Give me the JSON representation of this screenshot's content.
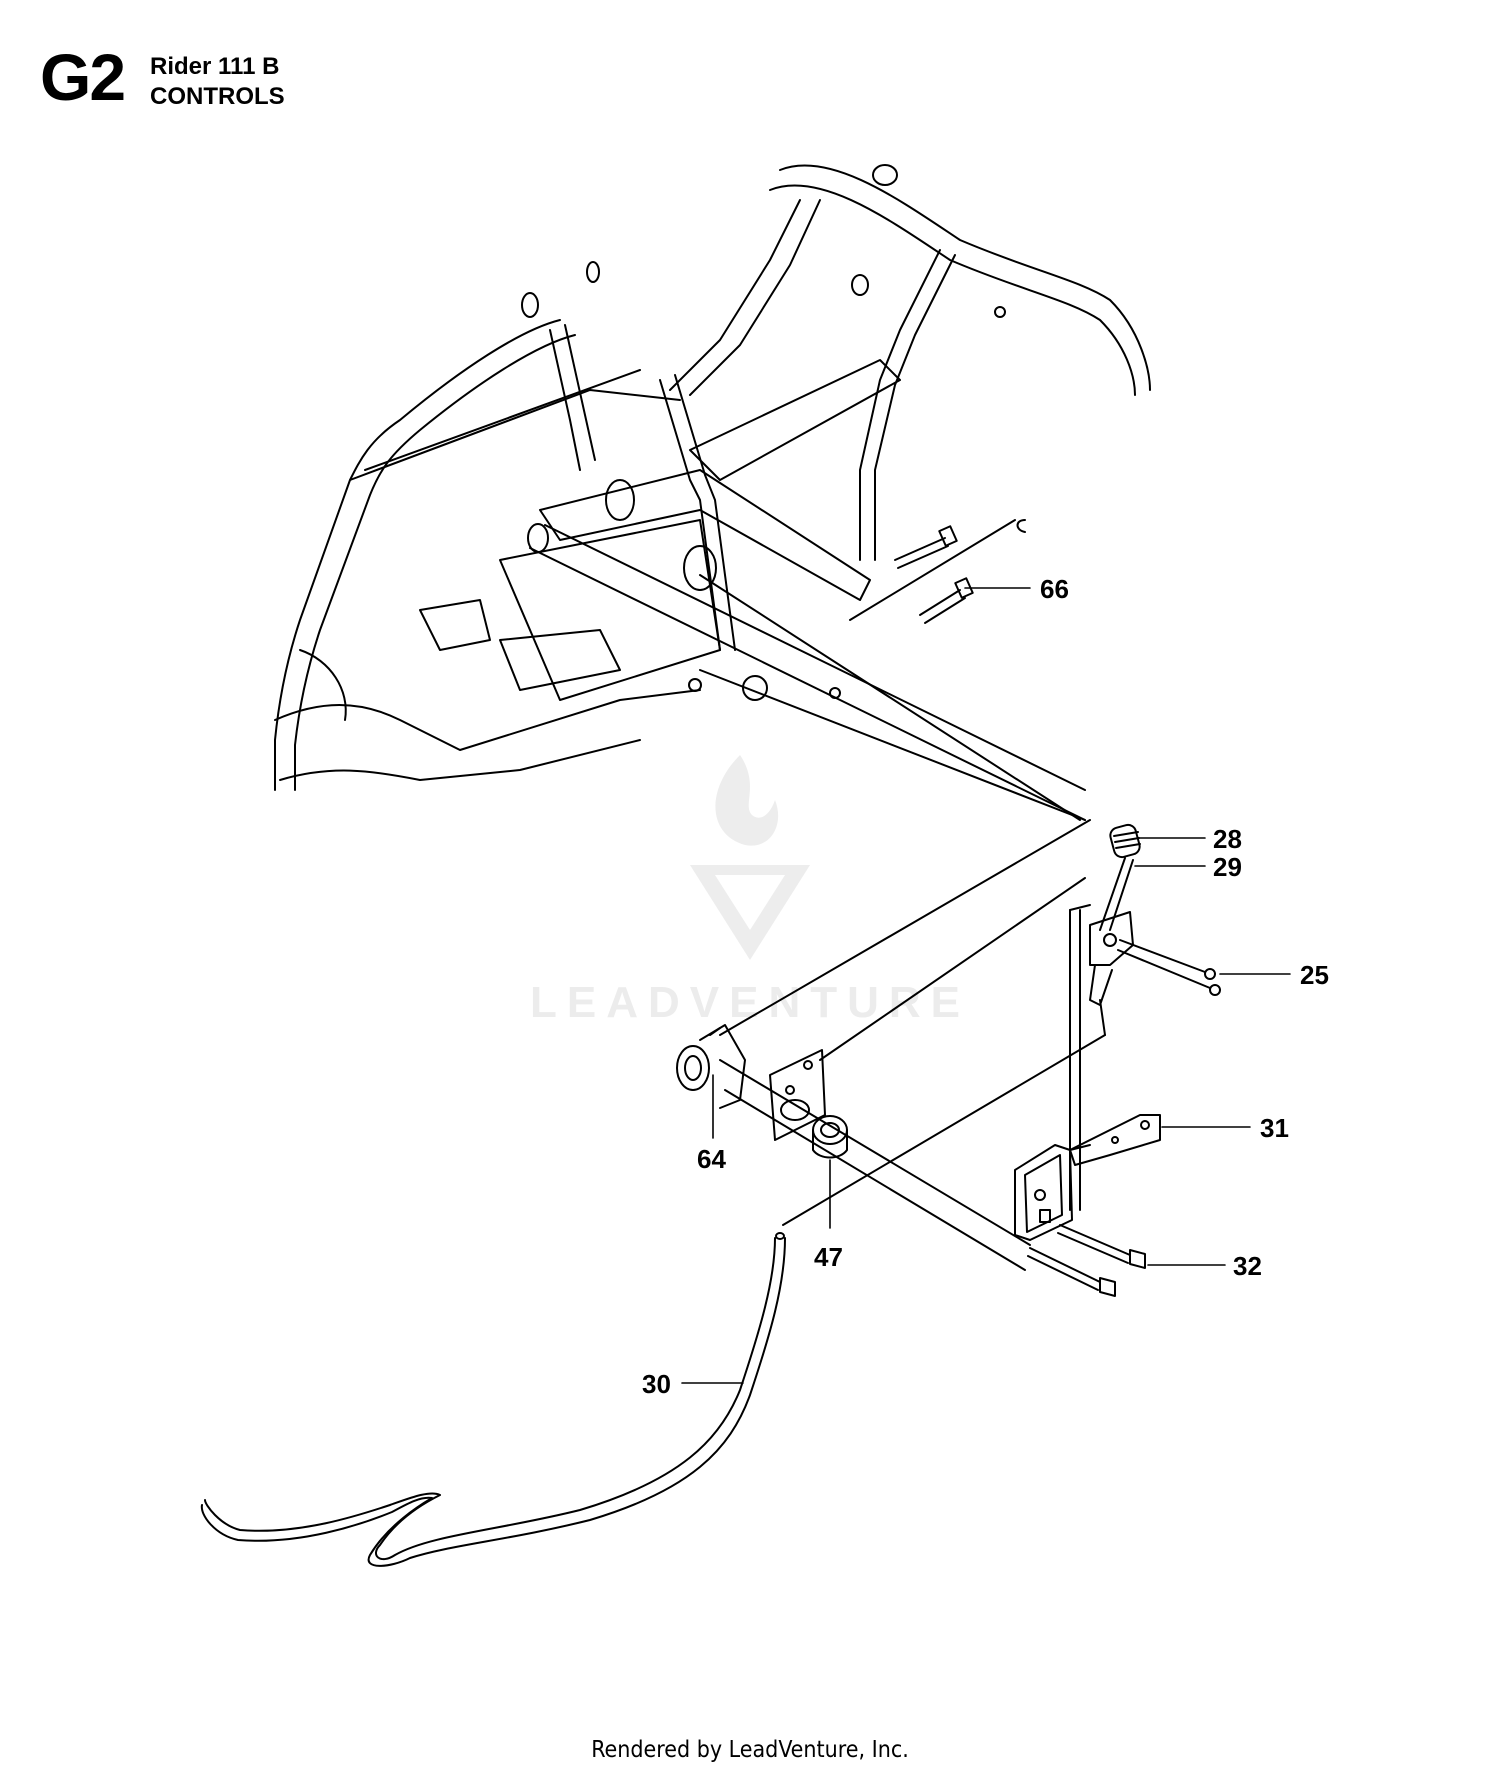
{
  "header": {
    "code": "G2",
    "model": "Rider 111 B",
    "section": "CONTROLS"
  },
  "footer": {
    "text": "Rendered by LeadVenture, Inc."
  },
  "watermark": {
    "text": "LEADVENTURE",
    "color": "#ececec"
  },
  "callouts": {
    "p66": "66",
    "p28": "28",
    "p29": "29",
    "p25": "25",
    "p31": "31",
    "p64": "64",
    "p47": "47",
    "p32": "32",
    "p30": "30"
  },
  "colors": {
    "line": "#000000",
    "background": "#ffffff",
    "watermark": "#ececec"
  }
}
